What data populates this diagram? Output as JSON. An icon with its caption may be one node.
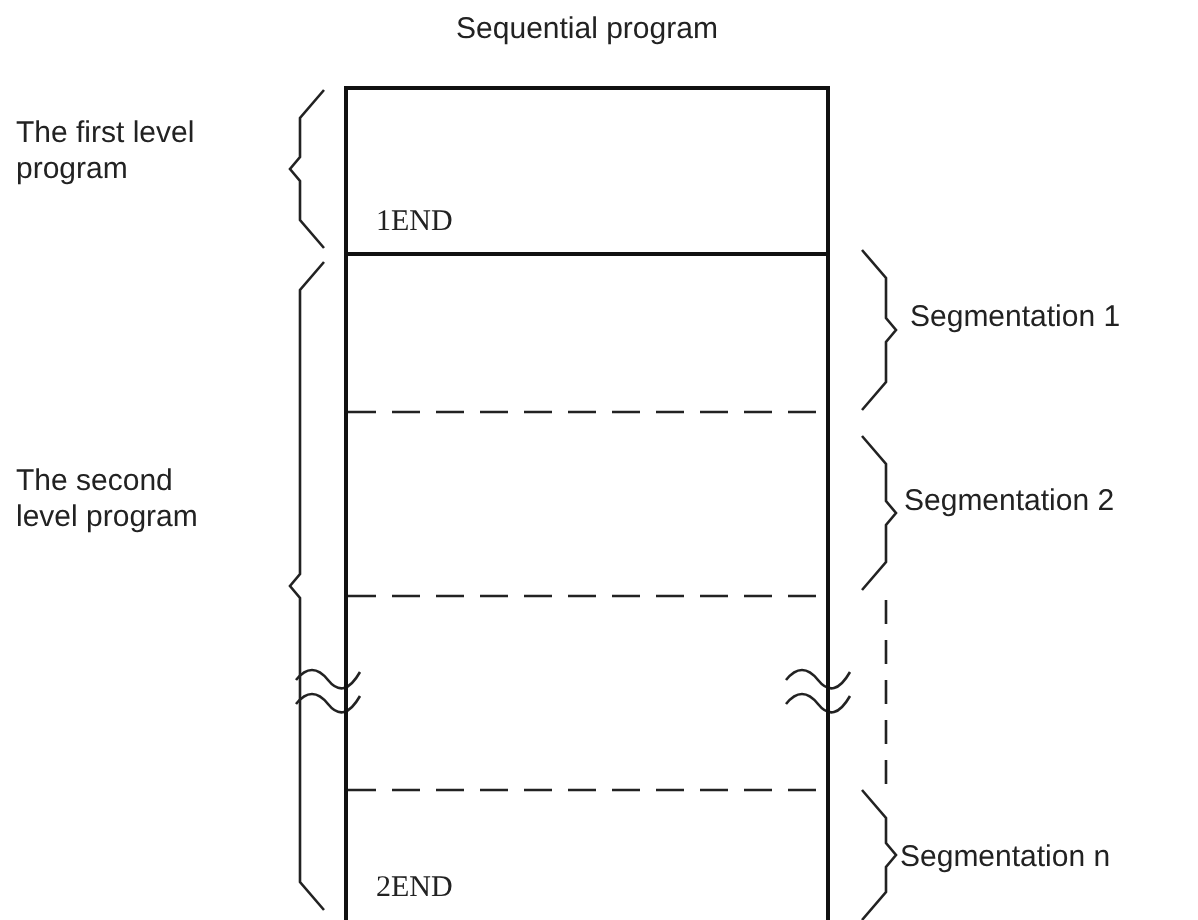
{
  "diagram": {
    "title": "Sequential program",
    "nodes": [
      {
        "text": [
          "1END"
        ]
      },
      {
        "text": [
          "2END"
        ]
      }
    ],
    "labels": [
      "The first level program",
      "Segmentation 1",
      "The second level program",
      "Segmentation 2",
      "Segmentation n"
    ]
  }
}
